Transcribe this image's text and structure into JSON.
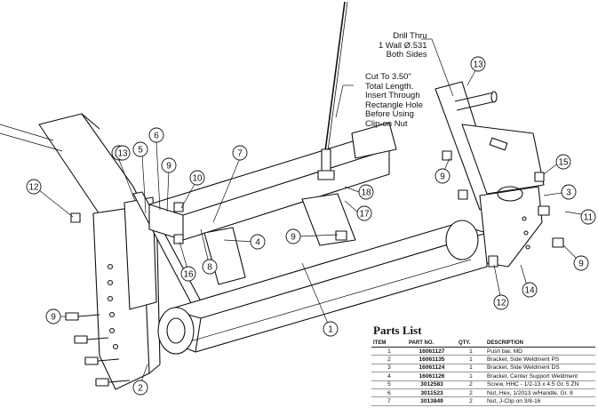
{
  "notes": {
    "drill": [
      "Drill Thru",
      "1 Wall Ø.531",
      "Both Sides"
    ],
    "cut": [
      "Cut To 3.50\"",
      "Total Length.",
      "Insert Through",
      "Rectangle Hole",
      "Before Using",
      "Clip-on Nut"
    ]
  },
  "callouts": [
    "13",
    "12",
    "13",
    "5",
    "6",
    "9",
    "10",
    "7",
    "9",
    "4",
    "16",
    "8",
    "18",
    "17",
    "1",
    "2",
    "9",
    "13",
    "9",
    "15",
    "3",
    "11",
    "12",
    "14",
    "9"
  ],
  "parts_list": {
    "title": "Parts List",
    "headers": [
      "ITEM",
      "PART NO.",
      "QTY.",
      "DESCRIPTION"
    ],
    "rows": [
      [
        "1",
        "16061127",
        "1",
        "Push bar, MD"
      ],
      [
        "2",
        "16061135",
        "1",
        "Bracket, Side Weldment PS"
      ],
      [
        "3",
        "16061124",
        "1",
        "Bracket, Side Weldment DS"
      ],
      [
        "4",
        "16061126",
        "1",
        "Bracket, Center Support Weldment"
      ],
      [
        "5",
        "3012583",
        "2",
        "Screw, HHC - 1/2-13 x 4.5 Gr. 5 ZN"
      ],
      [
        "6",
        "3011523",
        "2",
        "Nut, Hex, 1/2013 w/Handle, Gr. 8"
      ],
      [
        "7",
        "3013849",
        "2",
        "Nut, J-Clip on 3/8-16"
      ]
    ]
  }
}
